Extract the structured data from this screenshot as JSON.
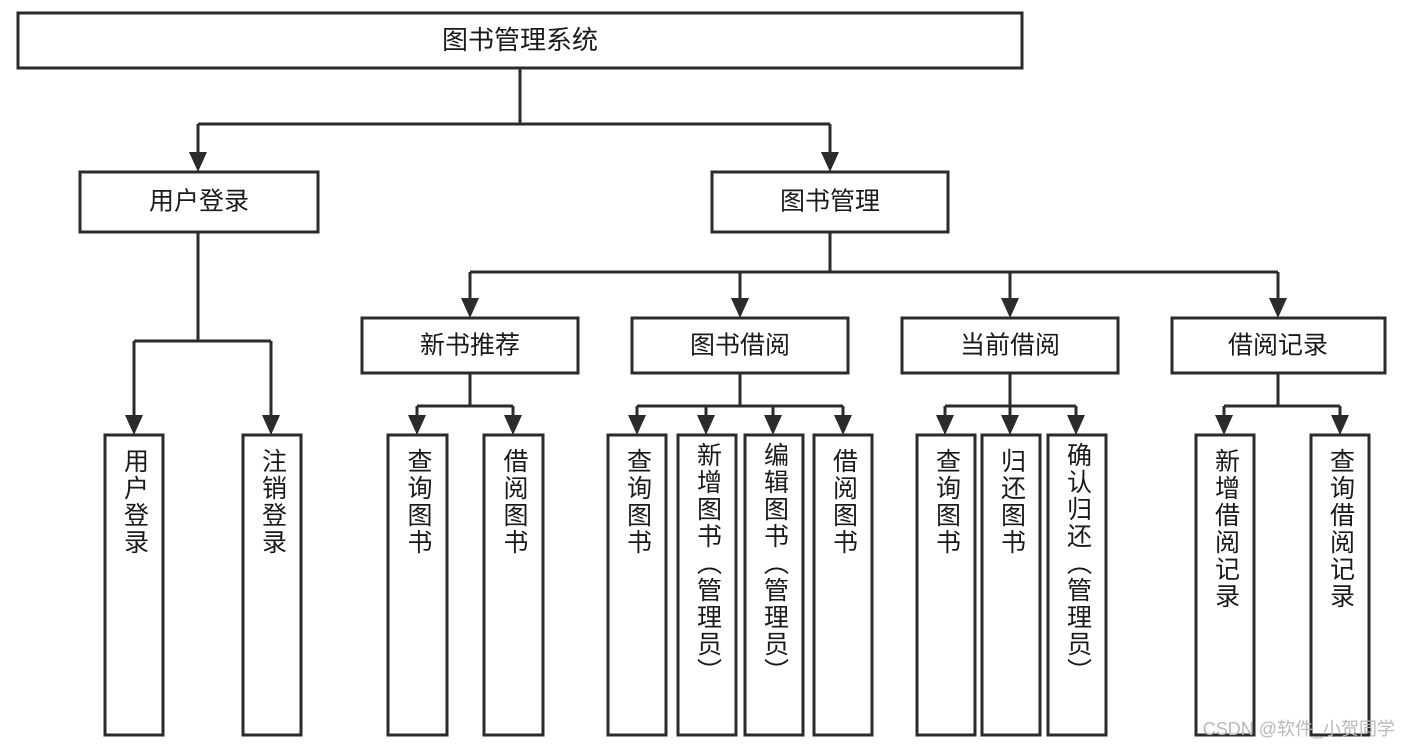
{
  "diagram": {
    "type": "tree",
    "title": "图书管理系统",
    "watermark": "CSDN @软件_小贺同学",
    "colors": {
      "stroke": "#2b2b2b",
      "fill": "#ffffff",
      "text": "#1a1a1a",
      "watermark": "#b9b9b9"
    },
    "levels": {
      "root": {
        "label": "图书管理系统"
      },
      "level1": [
        {
          "label": "用户登录"
        },
        {
          "label": "图书管理"
        }
      ],
      "level2": [
        {
          "label": "新书推荐"
        },
        {
          "label": "图书借阅"
        },
        {
          "label": "当前借阅"
        },
        {
          "label": "借阅记录"
        }
      ],
      "leaves": {
        "user_login": [
          {
            "label": "用户登录"
          },
          {
            "label": "注销登录"
          }
        ],
        "new_book_recommend": [
          {
            "label": "查询图书"
          },
          {
            "label": "借阅图书"
          }
        ],
        "book_borrow": [
          {
            "label": "查询图书"
          },
          {
            "label": "新增图书（管理员）"
          },
          {
            "label": "编辑图书（管理员）"
          },
          {
            "label": "借阅图书"
          }
        ],
        "current_borrow": [
          {
            "label": "查询图书"
          },
          {
            "label": "归还图书"
          },
          {
            "label": "确认归还（管理员）"
          }
        ],
        "borrow_record": [
          {
            "label": "新增借阅记录"
          },
          {
            "label": "查询借阅记录"
          }
        ]
      }
    }
  }
}
